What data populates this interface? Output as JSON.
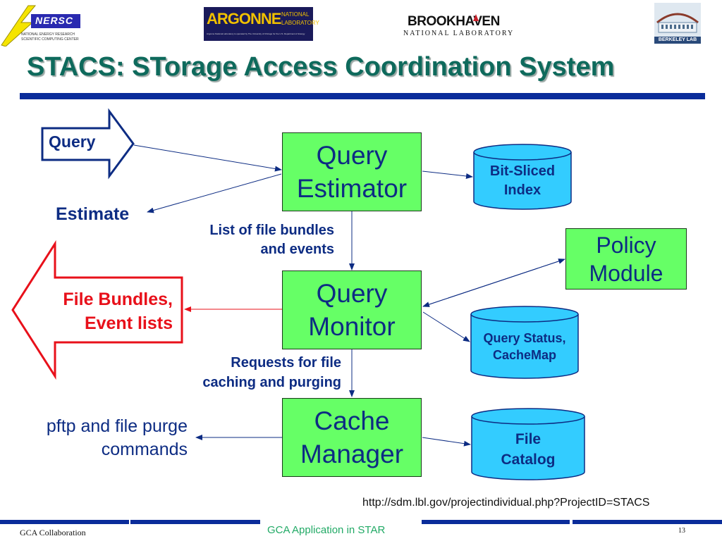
{
  "logos": {
    "nersc": {
      "name": "NERSC",
      "sub1": "NATIONAL ENERGY RESEARCH",
      "sub2": "SCIENTIFIC COMPUTING CENTER"
    },
    "argonne": {
      "name": "ARGONNE",
      "national": "NATIONAL",
      "laboratory": "LABORATORY",
      "sub": "Argonne National Laboratory is operated by The University of Chicago for the U.S. Department of Energy"
    },
    "brookhaven": {
      "name": "BROOKHAVEN",
      "sub": "NATIONAL LABORATORY"
    },
    "berkeley": {
      "name": "BERKELEY LAB"
    }
  },
  "title": "STACS: STorage Access Coordination System",
  "diagram": {
    "query_arrow": "Query",
    "estimate": "Estimate",
    "boxes": {
      "query_estimator": [
        "Query",
        "Estimator"
      ],
      "query_monitor": [
        "Query",
        "Monitor"
      ],
      "cache_manager": [
        "Cache",
        "Manager"
      ],
      "policy_module": [
        "Policy",
        "Module"
      ]
    },
    "cylinders": {
      "bit_sliced_index": [
        "Bit-Sliced",
        "Index"
      ],
      "query_status": [
        "Query Status,",
        "CacheMap"
      ],
      "file_catalog": [
        "File",
        "Catalog"
      ]
    },
    "labels": {
      "file_bundles_events": [
        "List of file bundles",
        "and events"
      ],
      "requests": [
        "Requests for file",
        "caching and purging"
      ],
      "pftp": [
        "pftp and file purge",
        "commands"
      ]
    },
    "red_arrow": [
      "File Bundles,",
      "Event lists"
    ]
  },
  "url": "http://sdm.lbl.gov/projectindividual.php?ProjectID=STACS",
  "footer": {
    "left": "GCA Collaboration",
    "center": "GCA Application in STAR",
    "page": "13"
  },
  "colors": {
    "title": "#0e6a5c",
    "navy": "#0d2c83",
    "box_fill": "#66ff66",
    "cylinder_fill": "#33ccff",
    "red": "#e8101a",
    "rule": "#0a2c9a"
  }
}
